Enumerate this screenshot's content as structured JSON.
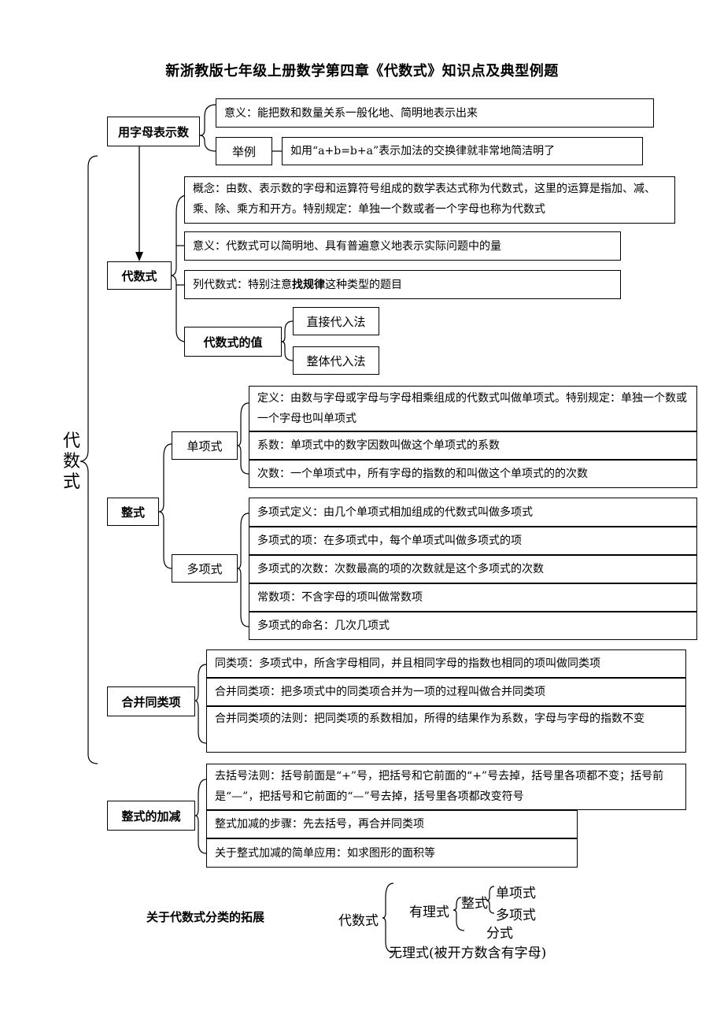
{
  "title": "新浙教版七年级上册数学第四章《代数式》知识点及典型例题",
  "root_label": "代数式",
  "letters": {
    "label": "用字母表示数",
    "meaning": "意义：能把数和数量关系一般化地、简明地表示出来",
    "example_label": "举例",
    "example": "如用“a+b=b+a”表示加法的交换律就非常地简洁明了"
  },
  "algebraic": {
    "label": "代数式",
    "concept": "概念：由数、表示数的字母和运算符号组成的数学表达式称为代数式，这里的运算是指加、减、乘、除、乘方和开方。特别规定：单独一个数或者一个字母也称为代数式",
    "meaning": "意义：代数式可以简明地、具有普遍意义地表示实际问题中的量",
    "list_prefix": "列代数式：特别注意",
    "list_bold": "找规律",
    "list_suffix": "这种类型的题目",
    "value_label": "代数式的值",
    "method1": "直接代入法",
    "method2": "整体代入法"
  },
  "integral": {
    "label": "整式",
    "monomial": {
      "label": "单项式",
      "definition": "定义：由数与字母或字母与字母相乘组成的代数式叫做单项式。特别规定：单独一个数或一个字母也叫单项式",
      "coefficient": "系数：单项式中的数字因数叫做这个单项式的系数",
      "degree": "次数：一个单项式中，所有字母的指数的和叫做这个单项式的的次数"
    },
    "polynomial": {
      "label": "多项式",
      "definition": "多项式定义：由几个单项式相加组成的代数式叫做多项式",
      "term": "多项式的项：在多项式中，每个单项式叫做多项式的项",
      "degree": "多项式的次数：次数最高的项的次数就是这个多项式的次数",
      "constant": "常数项：不含字母的项叫做常数项",
      "naming": "多项式的命名：几次几项式"
    }
  },
  "like_terms": {
    "label": "合并同类项",
    "definition": "同类项：多项式中，所含字母相同，并且相同字母的指数也相同的项叫做同类项",
    "combine": "合并同类项：把多项式中的同类项合并为一项的过程叫做合并同类项",
    "rule": "合并同类项的法则：把同类项的系数相加，所得的结果作为系数，字母与字母的指数不变"
  },
  "add_sub": {
    "label": "整式的加减",
    "brackets": "去括号法则：括号前面是“+”号，把括号和它前面的“+”号去掉，括号里各项都不变；括号前是“—”，把括号和它前面的“—”号去掉，括号里各项都改变符号",
    "steps": "整式加减的步骤：先去括号，再合并同类项",
    "application": "关于整式加减的简单应用：如求图形的面积等"
  },
  "extension": {
    "title": "关于代数式分类的拓展",
    "root": "代数式",
    "rational": "有理式",
    "integral": "整式",
    "monomial": "单项式",
    "polynomial": "多项式",
    "fractional": "分式",
    "irrational": "无理式(被开方数含有字母)"
  }
}
